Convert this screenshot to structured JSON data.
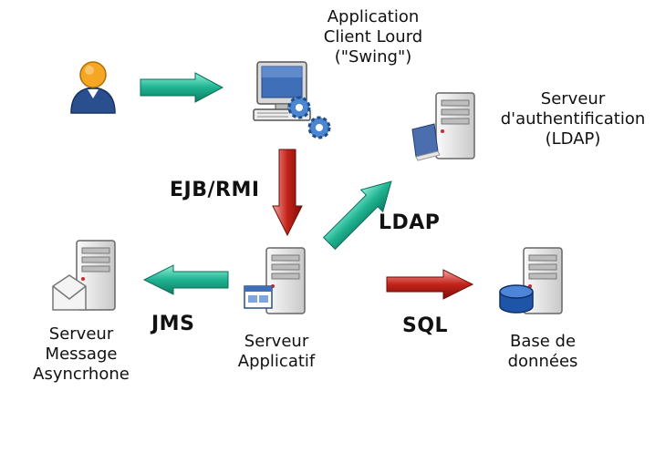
{
  "nodes": {
    "user": {
      "icon": "user-icon"
    },
    "client": {
      "icon": "desktop-computer-gears-icon",
      "label": "Application\nClient Lourd\n(\"Swing\")"
    },
    "auth_server": {
      "icon": "server-book-icon",
      "label": "Serveur\nd'authentification\n(LDAP)"
    },
    "app_server": {
      "icon": "server-window-icon",
      "label": "Serveur\nApplicatif"
    },
    "message_server": {
      "icon": "server-mail-icon",
      "label": "Serveur\nMessage\nAsyncrhone"
    },
    "database": {
      "icon": "server-database-icon",
      "label": "Base de\ndonnées"
    }
  },
  "edges": {
    "user_to_client": {
      "label": "",
      "color": "#1aa98c"
    },
    "client_to_app": {
      "label": "EJB/RMI",
      "color": "#b0150e"
    },
    "app_to_auth": {
      "label": "LDAP",
      "color": "#1aa98c"
    },
    "app_to_message": {
      "label": "JMS",
      "color": "#1aa98c"
    },
    "app_to_database": {
      "label": "SQL",
      "color": "#b0150e"
    }
  }
}
